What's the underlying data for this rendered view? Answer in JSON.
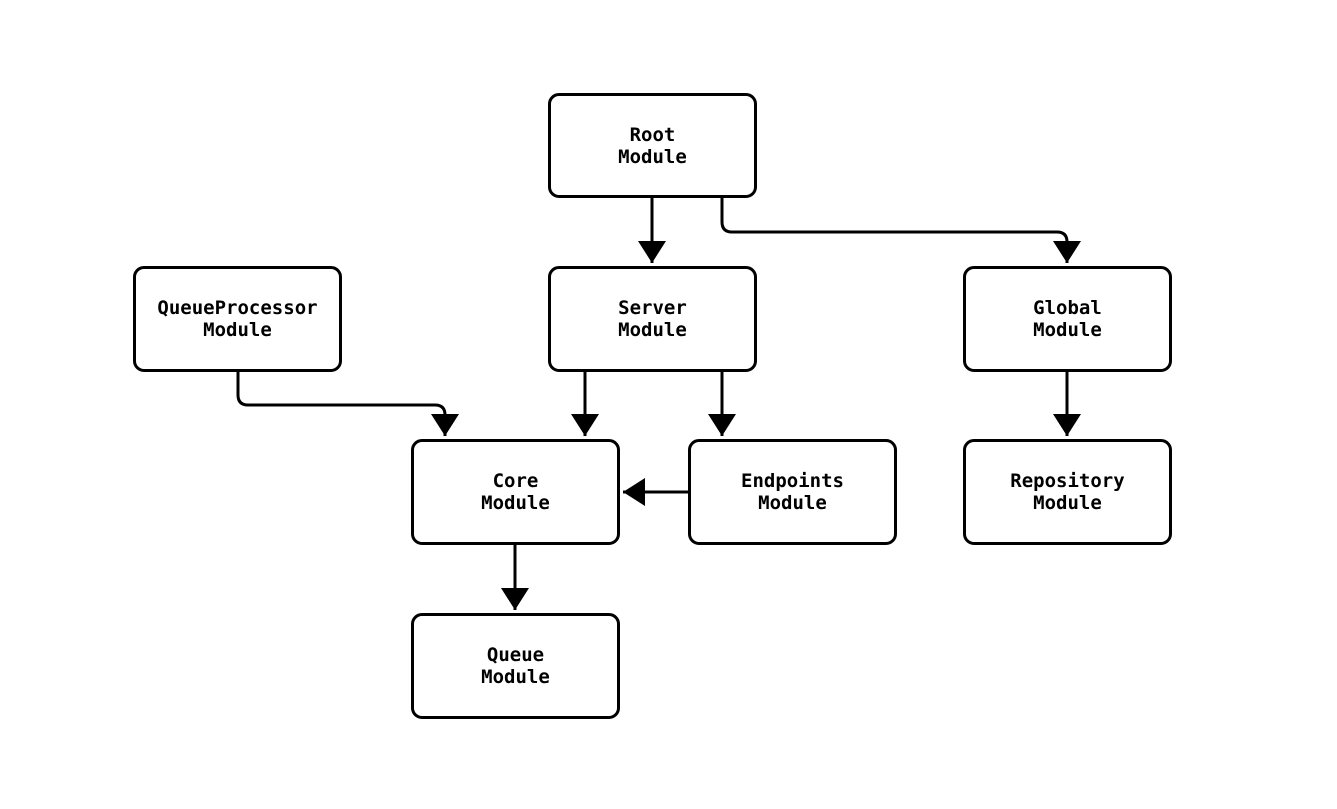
{
  "diagram": {
    "type": "module-dependency-graph",
    "nodes": {
      "root": {
        "label": "Root\nModule"
      },
      "queueprocessor": {
        "label": "QueueProcessor\nModule"
      },
      "server": {
        "label": "Server\nModule"
      },
      "global": {
        "label": "Global\nModule"
      },
      "core": {
        "label": "Core\nModule"
      },
      "endpoints": {
        "label": "Endpoints\nModule"
      },
      "repository": {
        "label": "Repository\nModule"
      },
      "queue": {
        "label": "Queue\nModule"
      }
    },
    "edges": [
      {
        "from": "Root Module",
        "to": "Server Module"
      },
      {
        "from": "Root Module",
        "to": "Global Module"
      },
      {
        "from": "QueueProcessor Module",
        "to": "Core Module"
      },
      {
        "from": "Server Module",
        "to": "Core Module"
      },
      {
        "from": "Server Module",
        "to": "Endpoints Module"
      },
      {
        "from": "Endpoints Module",
        "to": "Core Module"
      },
      {
        "from": "Core Module",
        "to": "Queue Module"
      },
      {
        "from": "Global Module",
        "to": "Repository Module"
      }
    ],
    "colors": {
      "stroke": "#000000",
      "node_fill": "#ffffff",
      "text": "#000000",
      "background": "#ffffff"
    }
  }
}
